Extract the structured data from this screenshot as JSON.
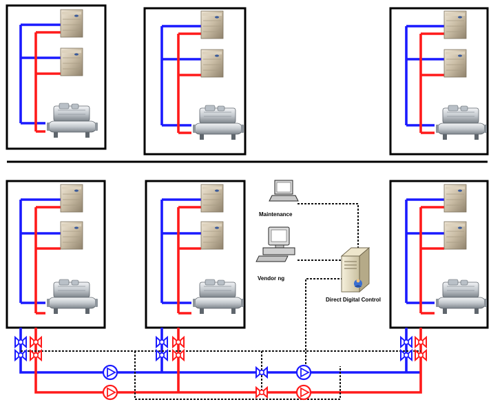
{
  "labels": {
    "maintenance": "Maintenance",
    "vendor": "Vendor ng",
    "control": "Direct Digital Control"
  },
  "colors": {
    "supply_pipe": "#1a1aff",
    "return_pipe": "#ff1a1a",
    "frame": "#000000",
    "signal_line": "#111111"
  },
  "icons": {
    "unit": "air-handler-icon",
    "chiller": "chiller-icon",
    "laptop": "laptop-icon",
    "workstation": "desktop-computer-icon",
    "server": "server-icon",
    "valve": "valve-icon",
    "pump": "pump-icon"
  }
}
